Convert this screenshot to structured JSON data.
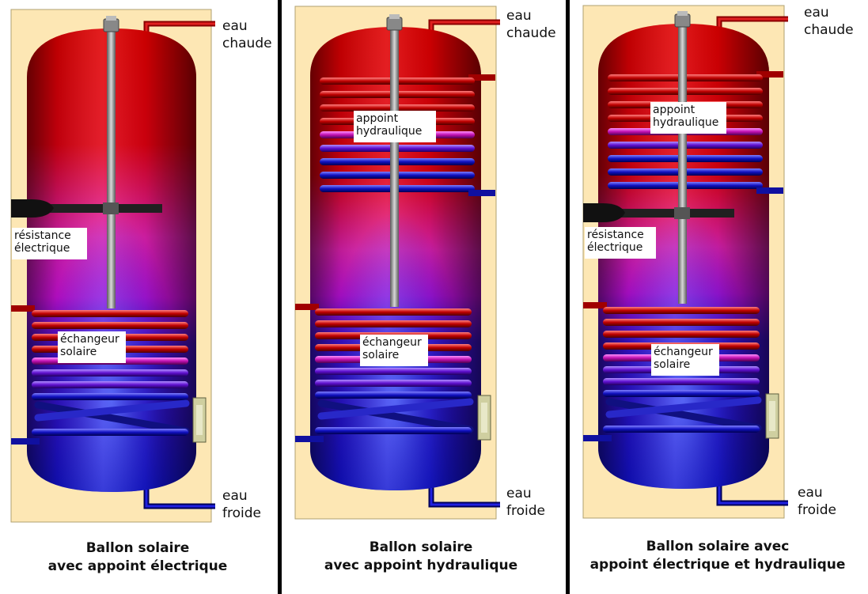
{
  "colors": {
    "cabinet": "#fde7b4",
    "hot": "#e00000",
    "mid": "#e010d8",
    "cold": "#1010d0",
    "divider": "#000000"
  },
  "labels": {
    "hot_water": "eau\nchaude",
    "cold_water": "eau\nfroide",
    "solar_exchanger": "échangeur\nsolaire",
    "electric_resistance": "résistance\nélectrique",
    "hydraulic_backup": "appoint\nhydraulique"
  },
  "panels": [
    {
      "id": "electric",
      "caption": "Ballon solaire\navec appoint électrique"
    },
    {
      "id": "hydraulic",
      "caption": "Ballon solaire\navec appoint hydraulique"
    },
    {
      "id": "both",
      "caption": "Ballon solaire avec\nappoint électrique et hydraulique"
    }
  ]
}
